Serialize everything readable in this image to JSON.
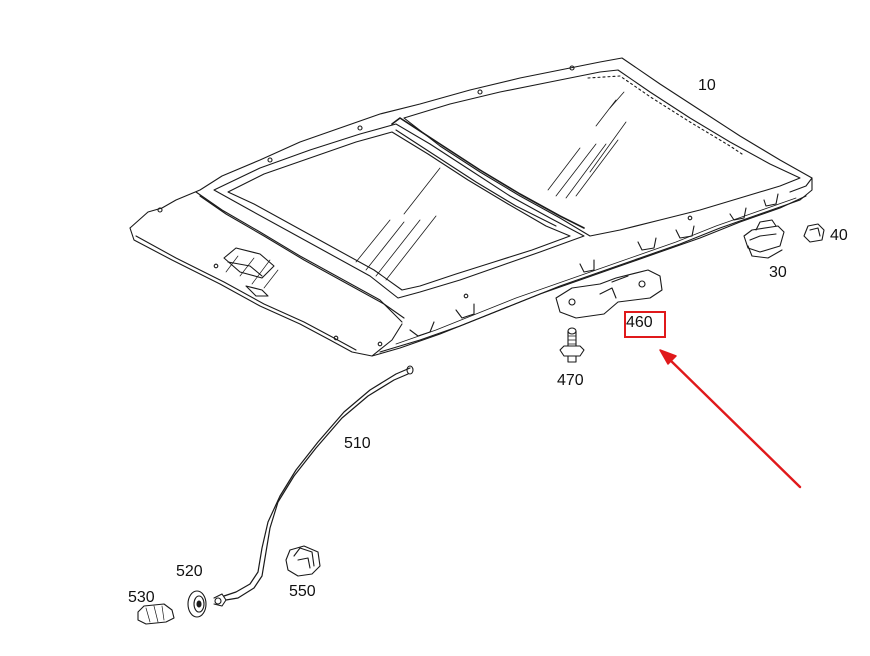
{
  "labels": {
    "p10": "10",
    "p30": "30",
    "p40": "40",
    "p460": "460",
    "p470": "470",
    "p510": "510",
    "p520": "520",
    "p530": "530",
    "p550": "550"
  },
  "highlight": {
    "part": "460",
    "color": "#e0191b"
  },
  "colors": {
    "line": "#1a1a1a",
    "accent": "#e0191b",
    "background": "#ffffff"
  }
}
